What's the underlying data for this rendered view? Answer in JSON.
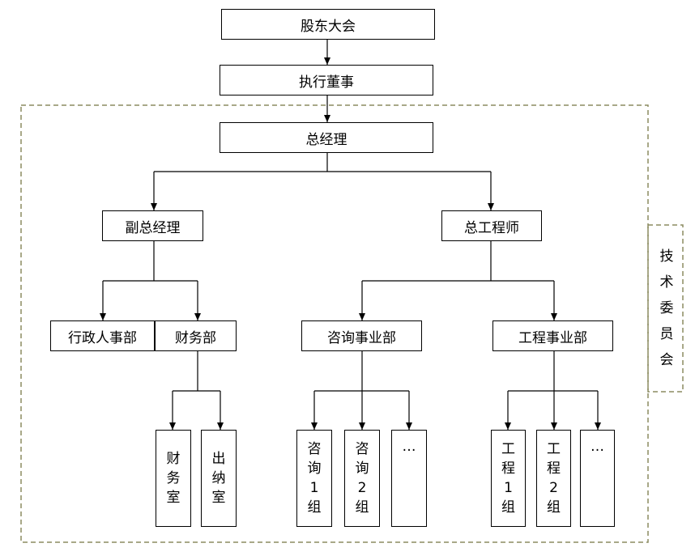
{
  "nodes": {
    "shareholders": "股东大会",
    "executive_director": "执行董事",
    "general_manager": "总经理",
    "deputy_gm": "副总经理",
    "chief_engineer": "总工程师",
    "admin_hr": "行政人事部",
    "finance_dept": "财务部",
    "consulting_dept": "咨询事业部",
    "engineering_dept": "工程事业部",
    "finance_office": [
      "财",
      "务",
      "室"
    ],
    "cashier": [
      "出",
      "纳",
      "室"
    ],
    "consulting_group_1": [
      "咨",
      "询",
      "1",
      "组"
    ],
    "consulting_group_2": [
      "咨",
      "询",
      "2",
      "组"
    ],
    "consulting_more": "…",
    "engineering_group_1": [
      "工",
      "程",
      "1",
      "组"
    ],
    "engineering_group_2": [
      "工",
      "程",
      "2",
      "组"
    ],
    "engineering_more": "…"
  },
  "technical_committee": [
    "技",
    "术",
    "委",
    "员",
    "会"
  ],
  "colors": {
    "line": "#000000",
    "dashed_border": "#8b8b60"
  }
}
